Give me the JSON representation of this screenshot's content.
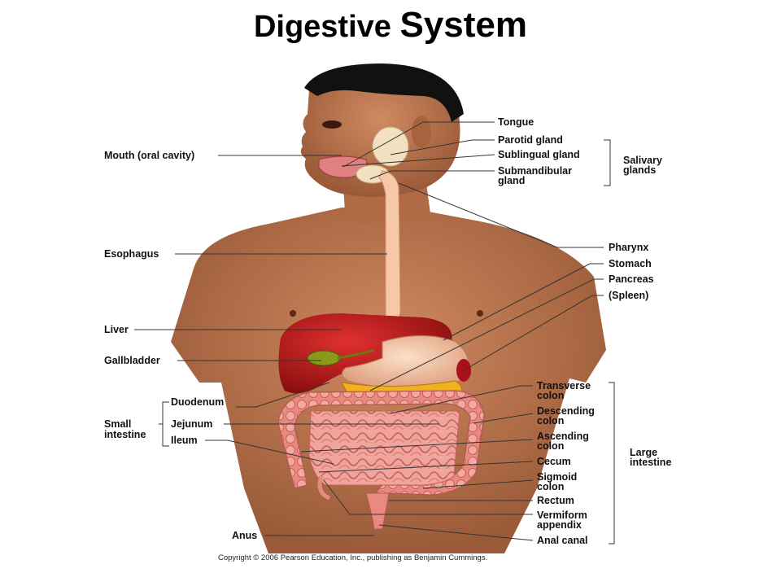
{
  "title": {
    "part1": "Digestive ",
    "part2": "System"
  },
  "labels": {
    "mouth": "Mouth (oral cavity)",
    "esophagus": "Esophagus",
    "liver": "Liver",
    "gallbladder": "Gallbladder",
    "small_intestine_line1": "Small",
    "small_intestine_line2": "intestine",
    "duodenum": "Duodenum",
    "jejunum": "Jejunum",
    "ileum": "Ileum",
    "anus": "Anus",
    "tongue": "Tongue",
    "parotid": "Parotid gland",
    "sublingual": "Sublingual gland",
    "submandibular_line1": "Submandibular",
    "submandibular_line2": "gland",
    "salivary_line1": "Salivary",
    "salivary_line2": "glands",
    "pharynx": "Pharynx",
    "stomach": "Stomach",
    "pancreas": "Pancreas",
    "spleen": "(Spleen)",
    "transverse_line1": "Transverse",
    "transverse_line2": "colon",
    "descending_line1": "Descending",
    "descending_line2": "colon",
    "ascending_line1": "Ascending",
    "ascending_line2": "colon",
    "cecum": "Cecum",
    "sigmoid_line1": "Sigmoid",
    "sigmoid_line2": "colon",
    "rectum": "Rectum",
    "appendix_line1": "Vermiform",
    "appendix_line2": "appendix",
    "anal_canal": "Anal canal",
    "large_intestine_line1": "Large",
    "large_intestine_line2": "intestine"
  },
  "copyright": "Copyright © 2006 Pearson Education, Inc., publishing as Benjamin Cummings.",
  "colors": {
    "skin": "#b8714a",
    "skin_dark": "#8a4e30",
    "hair": "#111111",
    "liver": "#b01818",
    "intestine": "#e8908a",
    "stomach": "#f2c8a8",
    "pancreas": "#f0b020",
    "gallbladder": "#7a8a10"
  }
}
